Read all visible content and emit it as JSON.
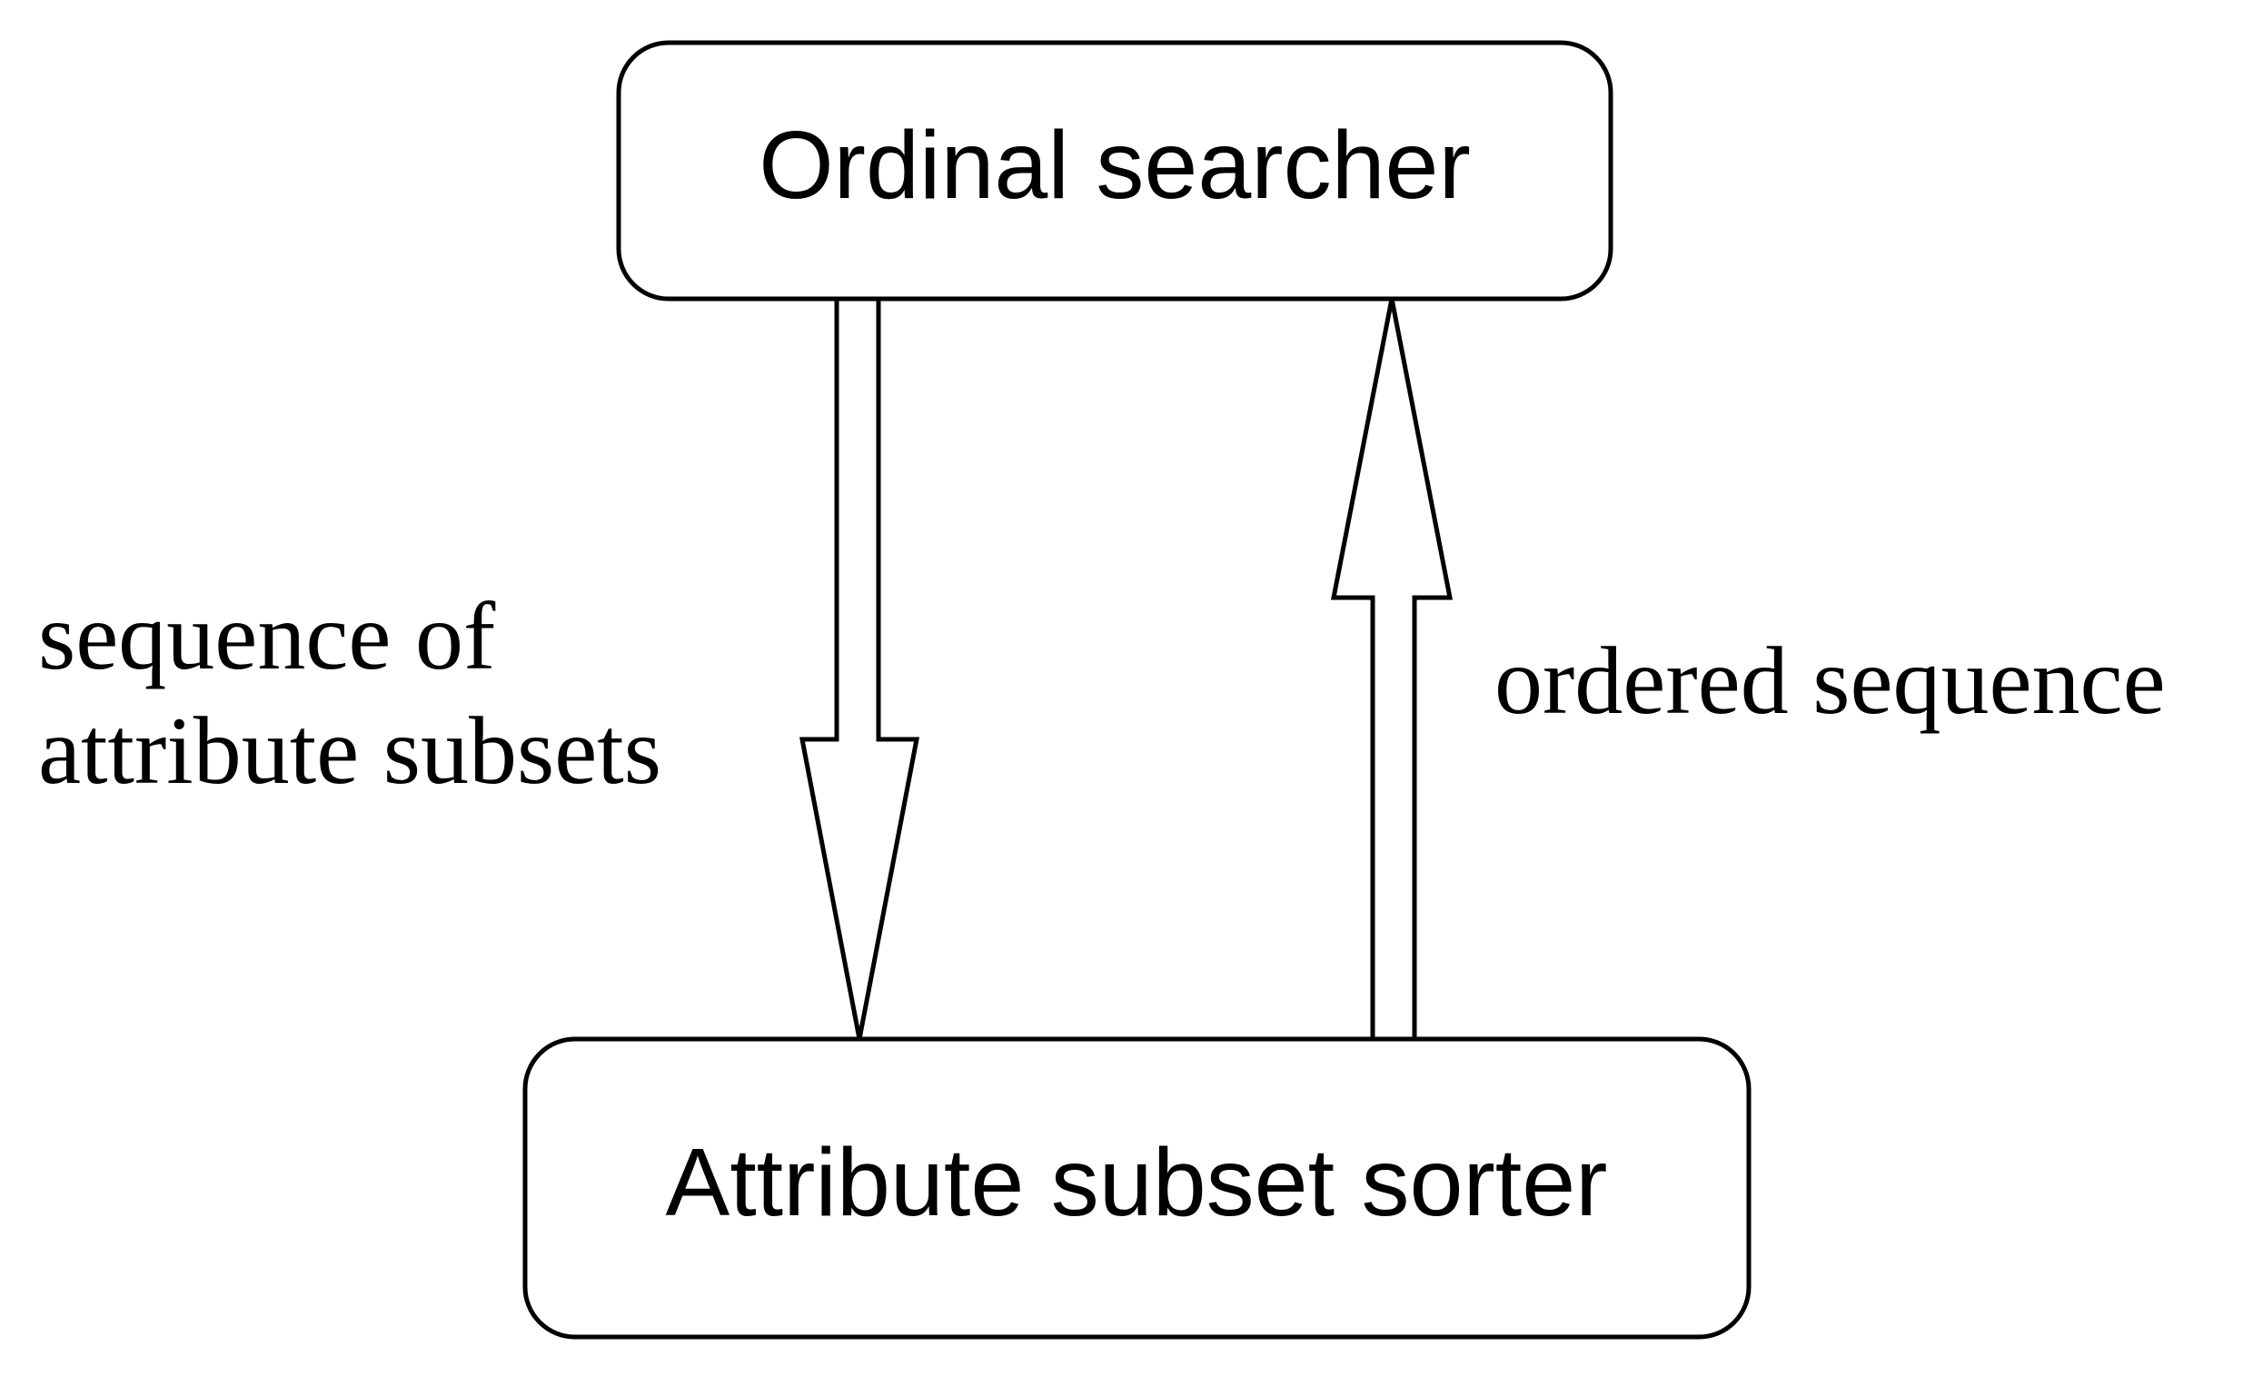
{
  "nodes": {
    "ordinal_searcher": {
      "label": "Ordinal searcher"
    },
    "attribute_subset_sorter": {
      "label": "Attribute subset sorter"
    }
  },
  "edges": {
    "down": {
      "from": "ordinal_searcher",
      "to": "attribute_subset_sorter",
      "label_lines": [
        "sequence of",
        "attribute subsets"
      ]
    },
    "up": {
      "from": "attribute_subset_sorter",
      "to": "ordinal_searcher",
      "label": "ordered sequence"
    }
  },
  "colors": {
    "stroke": "#000000",
    "background": "#ffffff"
  }
}
